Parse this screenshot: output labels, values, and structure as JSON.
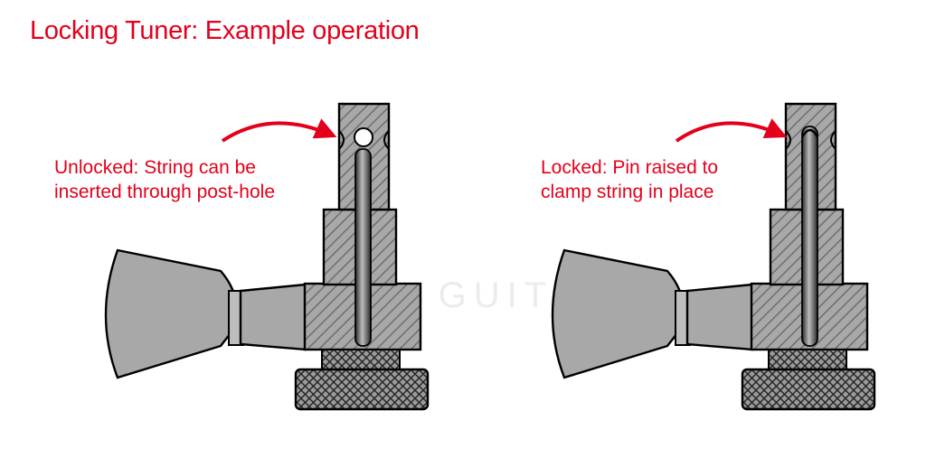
{
  "title": "Locking Tuner: Example operation",
  "captions": {
    "unlocked": {
      "line1": "Unlocked: String can be",
      "line2": "inserted through post-hole"
    },
    "locked": {
      "line1": "Locked: Pin raised to",
      "line2": "clamp string in place"
    }
  },
  "watermark": {
    "text": "GUITARS"
  },
  "colors": {
    "annotation": "#e3001b",
    "metal_fill": "#a8a8a8",
    "hatch_line": "#6e6e6e",
    "outline": "#000000",
    "pin_dark": "#2a2a2a",
    "pin_light": "#bdbdbd"
  }
}
